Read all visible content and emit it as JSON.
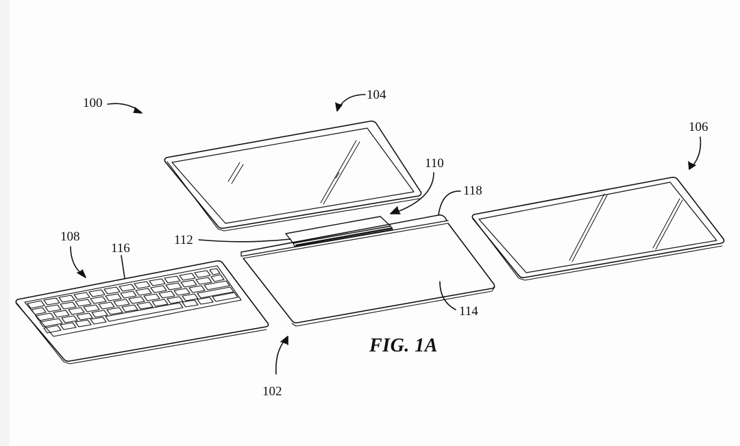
{
  "figure": {
    "caption": "FIG. 1A",
    "line_color": "#111111",
    "background": "#fdfdfd"
  },
  "reference_numerals": {
    "system": "100",
    "base": "102",
    "display_a": "104",
    "display_b": "106",
    "keyboard": "108",
    "hinge_assembly": "110",
    "connector": "112",
    "surface": "114",
    "keys": "116",
    "edge": "118"
  }
}
